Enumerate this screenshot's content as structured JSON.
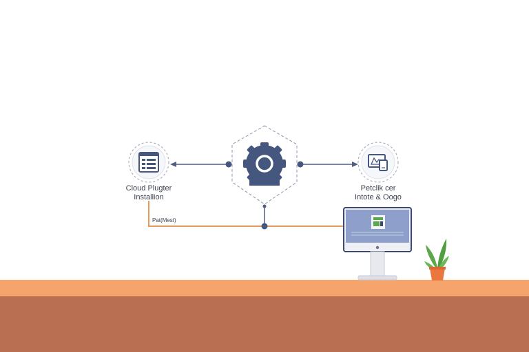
{
  "diagram": {
    "left_node": {
      "icon": "browser-list-icon",
      "label_line1": "Cloud Plugter",
      "label_line2": "Installion"
    },
    "center_node": {
      "icon": "gear-icon"
    },
    "right_node": {
      "icon": "devices-icon",
      "label_line1": "Petclik cer",
      "label_line2": "Intote & Oogo"
    },
    "connector_label": "Pat(Mest)",
    "monitor": {
      "icon": "monitor-icon",
      "logo": "apple-icon"
    },
    "plant": {
      "icon": "plant-icon"
    }
  },
  "colors": {
    "accent": "#45577f",
    "arrow": "#4f5d80",
    "connector": "#e59a5a",
    "desk_top": "#f5a56c",
    "desk_front": "#b86f52",
    "plant_leaf": "#5aa84a",
    "plant_pot": "#e9773f",
    "screen": "#8d9fca"
  }
}
